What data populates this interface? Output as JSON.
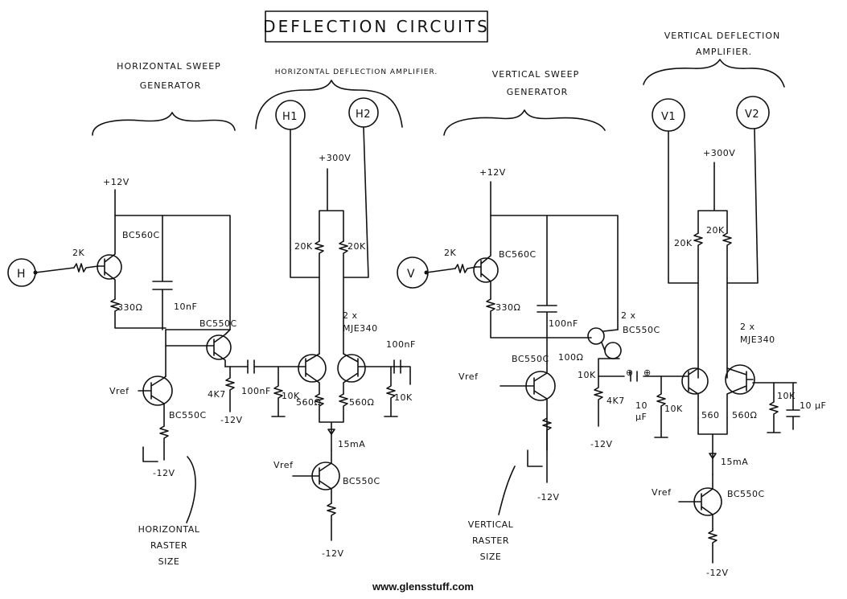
{
  "title": "DEFLECTION CIRCUITS",
  "sections": {
    "h_sweep": "HORIZONTAL SWEEP",
    "h_sweep2": "GENERATOR",
    "h_amp": "HORIZONTAL DEFLECTION AMPLIFIER.",
    "v_sweep": "VERTICAL SWEEP",
    "v_sweep2": "GENERATOR",
    "v_amp": "VERTICAL DEFLECTION",
    "v_amp2": "AMPLIFIER."
  },
  "plates": {
    "h1": "H1",
    "h2": "H2",
    "v1": "V1",
    "v2": "V2"
  },
  "inputs": {
    "h": "H",
    "v": "V"
  },
  "rails": {
    "p12_a": "+12V",
    "p12_b": "+12V",
    "p300_a": "+300V",
    "p300_b": "+300V",
    "n12_a": "-12V",
    "n12_b": "-12V",
    "n12_c": "-12V",
    "n12_d": "-12V",
    "n12_e": "-12V",
    "n12_f": "-12V"
  },
  "refs": {
    "a": "Vref",
    "b": "Vref",
    "c": "Vref",
    "d": "Vref"
  },
  "components": {
    "r2k_h": "2K",
    "r2k_v": "2K",
    "bc560_h": "BC560C",
    "bc560_v": "BC560C",
    "r330_h": "330Ω",
    "r330_v": "330Ω",
    "c10nf": "10nF",
    "c100nf_v": "100nF",
    "bc550_h": "BC550C",
    "bc550_h2": "BC550C",
    "bc550_h3": "BC550C",
    "bc550_v": "BC550C",
    "bc550_v3": "BC550C",
    "twox_v": "2 x",
    "twox_v2": "BC550C",
    "r4k7_h": "4K7",
    "r4k7_v": "4K7",
    "c100nf_h": "100nF",
    "r10k_h": "10K",
    "r10k_h2": "10K",
    "r100_v": "100Ω",
    "r10k_v1": "10K",
    "r10k_v2": "10K",
    "r10k_v3": "10K",
    "c10uf_v": "10",
    "c10uf_v2": "µF",
    "c100nf_out": "100nF",
    "r20k_h1": "20K",
    "r20k_h2": "20K",
    "r20k_v1": "20K",
    "r20k_v2": "20K",
    "mje_h": "2 x",
    "mje_h2": "MJE340",
    "mje_v": "2 x",
    "mje_v2": "MJE340",
    "r560_h1": "560Ω",
    "r560_h2": "560Ω",
    "r560_v1": "560",
    "r560_v2": "560Ω",
    "i15_h": "15mA",
    "i15_v": "15mA",
    "c10uf_out": "10 µF"
  },
  "raster": {
    "h1": "HORIZONTAL",
    "h2": "RASTER",
    "h3": "SIZE",
    "v1": "VERTICAL",
    "v2": "RASTER",
    "v3": "SIZE"
  },
  "footer": "www.glensstuff.com"
}
